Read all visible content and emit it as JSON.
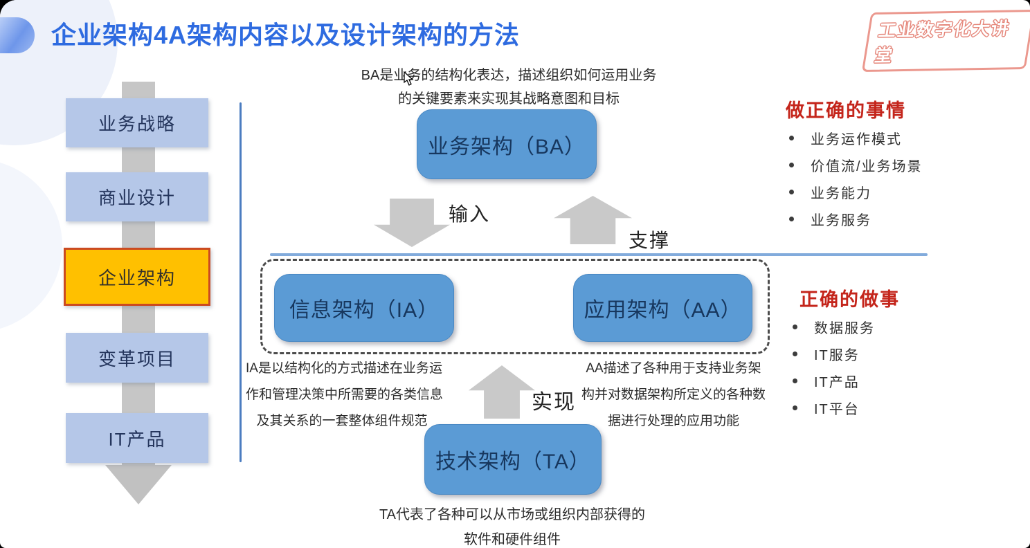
{
  "title": "企业架构4A架构内容以及设计架构的方法",
  "watermark": "工业数字化大讲堂",
  "left_flow": {
    "items": [
      {
        "label": "业务战略"
      },
      {
        "label": "商业设计"
      },
      {
        "label": "企业架构"
      },
      {
        "label": "变革项目"
      },
      {
        "label": "IT产品"
      }
    ]
  },
  "diagram": {
    "ba": {
      "label": "业务架构（BA）",
      "desc_line1": "BA是业务的结构化表达，描述组织如何运用业务",
      "desc_line2": "的关键要素来实现其战略意图和目标"
    },
    "ia": {
      "label": "信息架构（IA）",
      "desc_line1": "IA是以结构化的方式描述在业务运",
      "desc_line2": "作和管理决策中所需要的各类信息",
      "desc_line3": "及其关系的一套整体组件规范"
    },
    "aa": {
      "label": "应用架构（AA）",
      "desc_line1": "AA描述了各种用于支持业务架",
      "desc_line2": "构并对数据架构所定义的各种数",
      "desc_line3": "据进行处理的应用功能"
    },
    "ta": {
      "label": "技术架构（TA）",
      "desc_line1": "TA代表了各种可以从市场或组织内部获得的",
      "desc_line2": "软件和硬件组件"
    },
    "arrow_labels": {
      "input": "输入",
      "support": "支撑",
      "realize": "实现"
    }
  },
  "right_panel": {
    "top": {
      "heading": "做正确的事情",
      "items": [
        "业务运作模式",
        "价值流/业务场景",
        "业务能力",
        "业务服务"
      ]
    },
    "bottom": {
      "heading": "正确的做事",
      "items": [
        "数据服务",
        "IT服务",
        "IT产品",
        "IT平台"
      ]
    }
  },
  "colors": {
    "title_blue": "#2e6be0",
    "arch_box_blue": "#5b9bd5",
    "flow_box_blue": "#b5c7e8",
    "highlight_orange": "#ffc000",
    "highlight_border": "#cb4a20",
    "heading_red": "#c4251b",
    "arrow_gray": "#c9c9c9",
    "line_blue": "#4a7cc0"
  }
}
